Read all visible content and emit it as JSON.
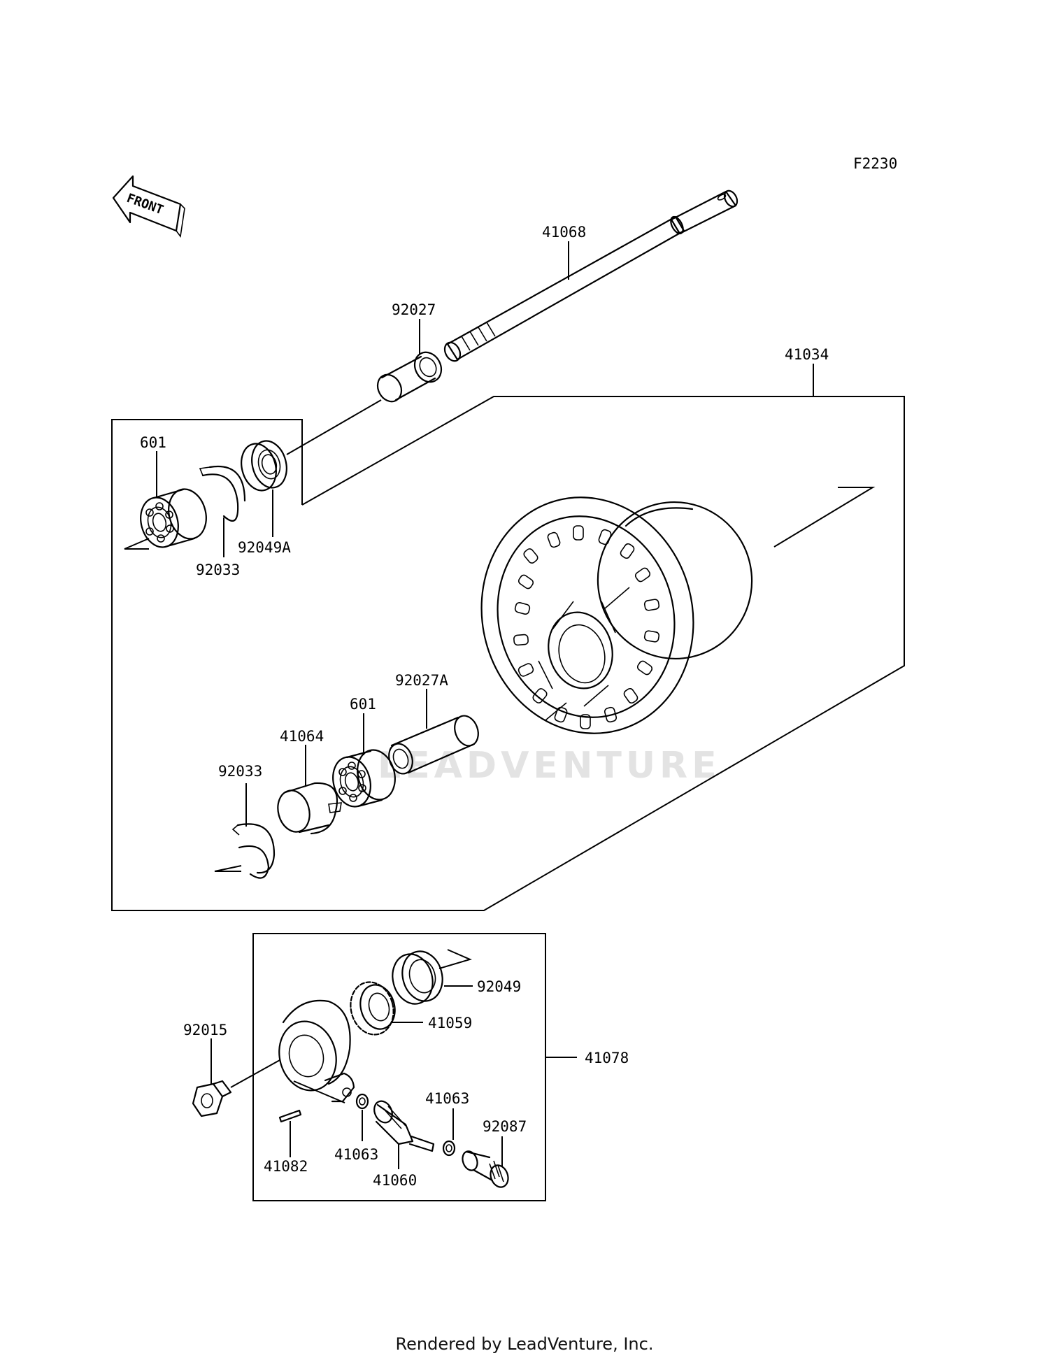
{
  "diagram_code": "F2230",
  "front_arrow_label": "FRONT",
  "watermark": "LEADVENTURE",
  "footer": "Rendered by LeadVenture, Inc.",
  "parts": {
    "p41068": "41068",
    "p92027": "92027",
    "p41034": "41034",
    "p601_top": "601",
    "p92049A": "92049A",
    "p92033_top": "92033",
    "p92027A": "92027A",
    "p601_mid": "601",
    "p41064": "41064",
    "p92033_mid": "92033",
    "p92049": "92049",
    "p41059": "41059",
    "p92015": "92015",
    "p41078": "41078",
    "p41063_right": "41063",
    "p92087": "92087",
    "p41082": "41082",
    "p41063_left": "41063",
    "p41060": "41060"
  }
}
